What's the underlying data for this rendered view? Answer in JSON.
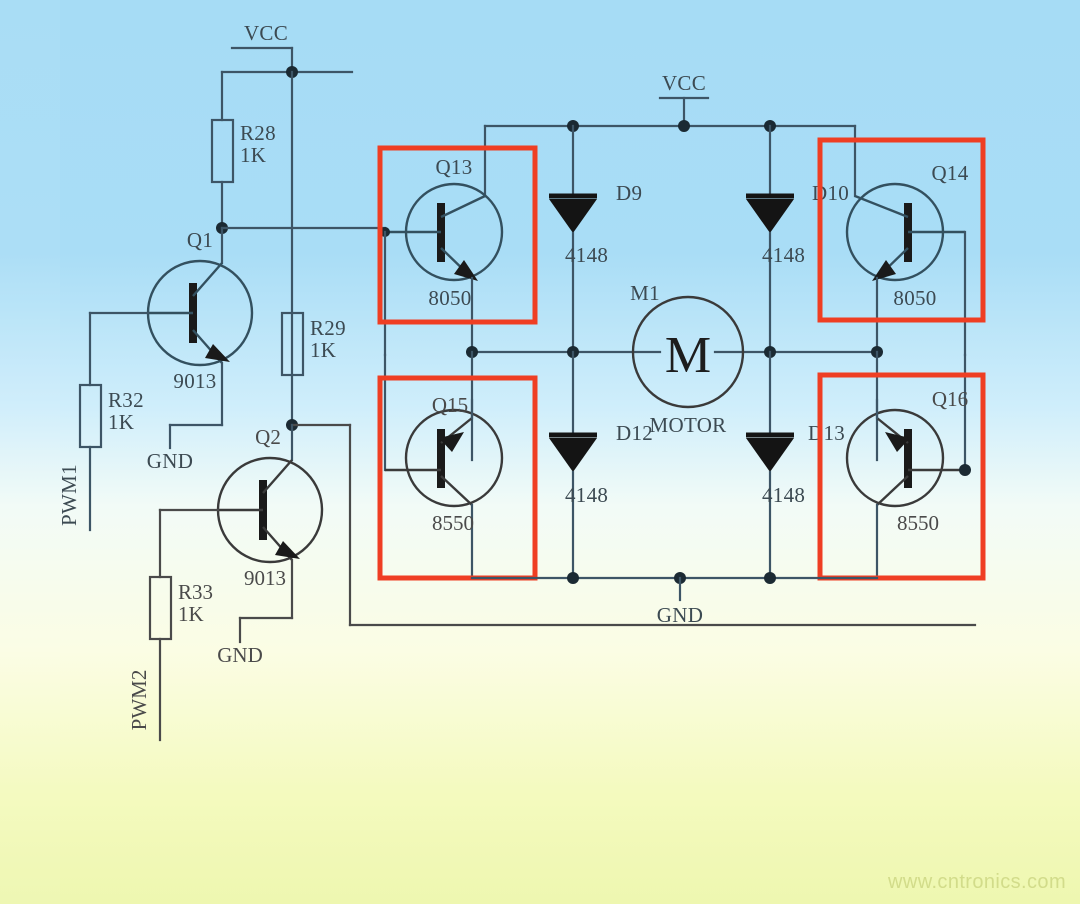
{
  "diagram": {
    "title": "H-bridge DC motor driver schematic",
    "watermark": "www.cntronics.com",
    "colors": {
      "wire": "#3d5566",
      "highlight_box": "#ef3e23",
      "background_top": "#a6dcf5",
      "background_bottom": "#eef7b0",
      "watermark": "#d2dc8a"
    },
    "power_labels": {
      "vcc_left": "VCC",
      "vcc_right": "VCC",
      "gnd_q1": "GND",
      "gnd_q2": "GND",
      "gnd_bridge": "GND"
    },
    "inputs": [
      {
        "name": "pwm1",
        "label": "PWM1"
      },
      {
        "name": "pwm2",
        "label": "PWM2"
      }
    ],
    "resistors": [
      {
        "ref": "R28",
        "value": "1K"
      },
      {
        "ref": "R29",
        "value": "1K"
      },
      {
        "ref": "R32",
        "value": "1K"
      },
      {
        "ref": "R33",
        "value": "1K"
      }
    ],
    "transistors": [
      {
        "ref": "Q1",
        "part": "9013",
        "type": "NPN",
        "highlighted": false
      },
      {
        "ref": "Q2",
        "part": "9013",
        "type": "NPN",
        "highlighted": false
      },
      {
        "ref": "Q13",
        "part": "8050",
        "type": "NPN",
        "highlighted": true
      },
      {
        "ref": "Q14",
        "part": "8050",
        "type": "NPN",
        "highlighted": true
      },
      {
        "ref": "Q15",
        "part": "8550",
        "type": "PNP",
        "highlighted": true
      },
      {
        "ref": "Q16",
        "part": "8550",
        "type": "PNP",
        "highlighted": true
      }
    ],
    "diodes": [
      {
        "ref": "D9",
        "part": "4148"
      },
      {
        "ref": "D10",
        "part": "4148"
      },
      {
        "ref": "D12",
        "part": "4148"
      },
      {
        "ref": "D13",
        "part": "4148"
      }
    ],
    "motor": {
      "ref": "M1",
      "symbol": "M",
      "label": "MOTOR"
    }
  }
}
